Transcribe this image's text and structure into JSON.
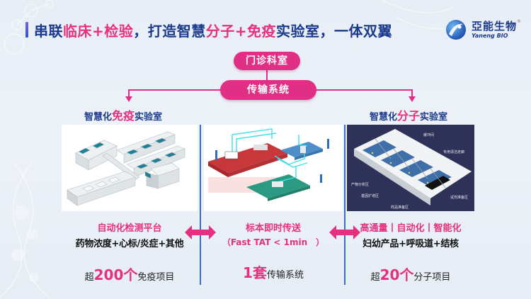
{
  "slide": {
    "title": {
      "segments": [
        {
          "text": "串联",
          "color": "blue"
        },
        {
          "text": "临床+检验",
          "color": "pink"
        },
        {
          "text": "，打造智慧",
          "color": "blue"
        },
        {
          "text": "分子+免疫",
          "color": "pink"
        },
        {
          "text": "实验室，一体双翼",
          "color": "blue"
        }
      ]
    },
    "logo": {
      "name_cn": "亞能生物",
      "name_en": "Yaneng BIO",
      "registered_mark": "®",
      "icon": "yaneng-globe-icon"
    },
    "flow": {
      "top_node": "门诊科室",
      "center_node": "传输系统",
      "left_branch": {
        "prefix": "智慧化",
        "highlight": "免疫",
        "suffix": "实验室"
      },
      "right_branch": {
        "prefix": "智慧化",
        "highlight": "分子",
        "suffix": "实验室"
      }
    },
    "images": {
      "left": "immunoassay-automation-line-image",
      "middle": "sample-transport-system-image",
      "right": {
        "name": "molecular-lab-layout-image",
        "labels": [
          "缓冲间",
          "专用清洁走廊",
          "产物分析区",
          "基因扩增区",
          "样品准备区",
          "试剂准备区"
        ]
      }
    },
    "columns": {
      "left": {
        "feature": "自动化检测平台",
        "detail": "药物浓度+心标/炎症+其他",
        "count_prefix": "超",
        "count_value": "200个",
        "count_suffix": "免疫项目"
      },
      "middle": {
        "feature": "标本即时传送",
        "feature_sub": "（Fast TAT < 1min　）",
        "count_prefix": "",
        "count_value": "1套",
        "count_suffix": "传输系统"
      },
      "right": {
        "feature": "高通量丨自动化丨智能化",
        "detail": "妇幼产品+呼吸道+结核",
        "count_prefix": "超",
        "count_value": "20个",
        "count_suffix": "分子项目"
      }
    },
    "colors": {
      "brand_blue": "#1c3a8c",
      "accent_pink": "#e6307f",
      "pill_pink": "#e12f86",
      "divider_blue": "#3d6db5"
    }
  }
}
